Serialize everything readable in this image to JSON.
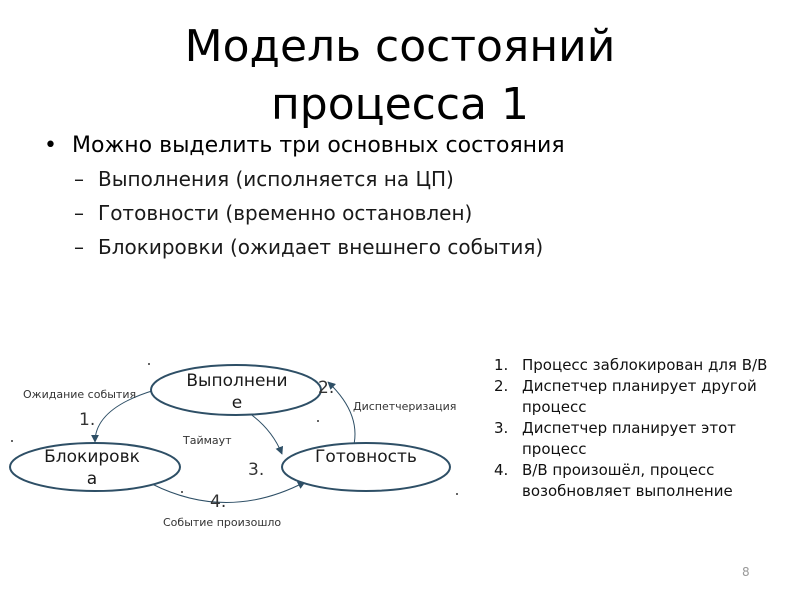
{
  "slide": {
    "title_line1": "Модель состояний",
    "title_line2": "процесса 1",
    "bullet": "Можно выделить три основных состояния",
    "subbullets": [
      "Выполнения (исполняется на ЦП)",
      "Готовности (временно остановлен)",
      "Блокировки (ожидает внешнего события)"
    ],
    "page_number": "8"
  },
  "diagram": {
    "nodes": {
      "running": "Выполнение",
      "blocked": "Блокировка",
      "ready": "Готовность"
    },
    "edges": {
      "wait": "Ожидание события",
      "dispatch": "Диспетчеризация",
      "timeout": "Таймаут",
      "event": "Событие произошло"
    },
    "numbers": {
      "n1": "1.",
      "n2": "2.",
      "n3": "3.",
      "n4": "4."
    },
    "stroke_color": "#2e4f66"
  },
  "steps": [
    {
      "num": "1.",
      "text": "Процесс заблокирован для В/В"
    },
    {
      "num": "2.",
      "text": "Диспетчер планирует другой процесс"
    },
    {
      "num": "3.",
      "text": "Диспетчер планирует этот процесс"
    },
    {
      "num": "4.",
      "text": "В/В произошёл, процесс возобновляет выполнение"
    }
  ]
}
